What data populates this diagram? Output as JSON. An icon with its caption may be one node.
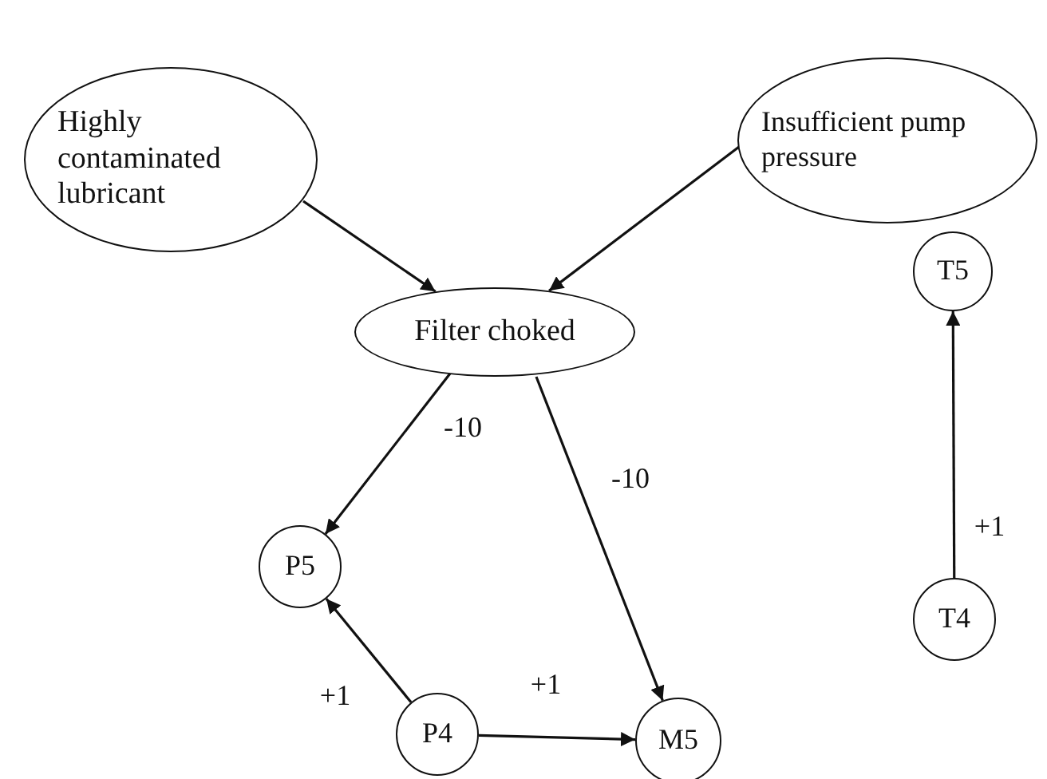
{
  "diagram": {
    "nodes": [
      {
        "text": [
          "Highly contaminated lubricant"
        ]
      },
      {
        "text": [
          "Insufficient pump pressure"
        ]
      },
      {
        "text": [
          "Filter choked"
        ]
      },
      {
        "text": [
          "T5"
        ]
      },
      {
        "text": [
          "P5"
        ]
      },
      {
        "text": [
          "T4"
        ]
      },
      {
        "text": [
          "P4"
        ]
      },
      {
        "text": [
          "M5"
        ]
      }
    ],
    "edges": [
      {
        "from": 0,
        "to": 2,
        "arrow": "to"
      },
      {
        "from": 1,
        "to": 2,
        "arrow": "to"
      },
      {
        "from": 2,
        "to": 4,
        "arrow": "to",
        "label": "-10"
      },
      {
        "from": 2,
        "to": 7,
        "arrow": "to",
        "label": "-10"
      },
      {
        "from": 5,
        "to": 3,
        "arrow": "to",
        "label": "+1"
      },
      {
        "from": 6,
        "to": 4,
        "arrow": "to",
        "label": "+1"
      },
      {
        "from": 6,
        "to": 7,
        "arrow": "to",
        "label": "+1"
      }
    ]
  }
}
